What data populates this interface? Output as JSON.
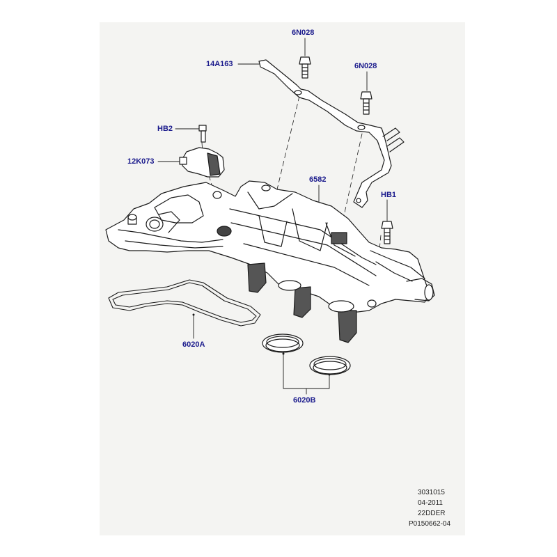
{
  "callouts": {
    "c6n028_top": "6N028",
    "c14a163": "14A163",
    "c6n028_right": "6N028",
    "chb2": "HB2",
    "c12k073": "12K073",
    "c6582": "6582",
    "chb1": "HB1",
    "c6020a": "6020A",
    "c6020b": "6020B"
  },
  "reference": {
    "line1": "3031015",
    "line2": "04-2011",
    "line3": "22DDER",
    "line4": "P0150662-04"
  },
  "colors": {
    "callout_text": "#1a1a8c",
    "line_art": "#1a1a1a",
    "sheet_background": "#f4f4f2"
  }
}
